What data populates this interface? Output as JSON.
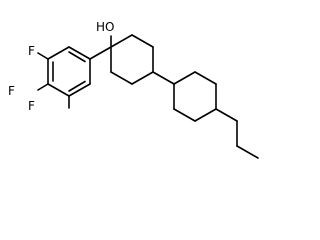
{
  "molecule": {
    "atom_labels": {
      "fluorine_top": "F",
      "fluorine_middle": "F",
      "fluorine_bottom": "F",
      "hydroxyl": "HO"
    },
    "colors": {
      "bond": "#000000",
      "label": "#000000",
      "background": "#ffffff"
    }
  }
}
